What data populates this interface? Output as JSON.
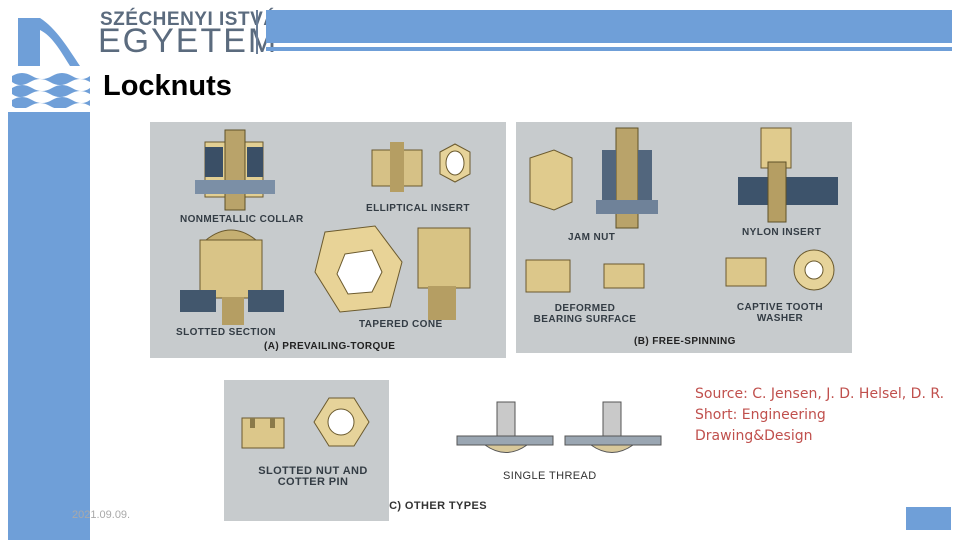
{
  "header": {
    "university_line1": "SZÉCHENYI ISTVÁN",
    "university_line2": "EGYETEM",
    "accent_color": "#6f9fd8",
    "logo_icon": "university-logo-icon"
  },
  "slide": {
    "title": "Locknuts",
    "source": "Source: C. Jensen, J. D. Helsel, D. R. Short: Engineering Drawing&Design",
    "date": "2021.09.09."
  },
  "figure_a": {
    "labels": {
      "nonmetallic_collar": "NONMETALLIC COLLAR",
      "elliptical_insert": "ELLIPTICAL INSERT",
      "slotted_section": "SLOTTED SECTION",
      "tapered_cone": "TAPERED CONE"
    },
    "caption": "(A) PREVAILING-TORQUE"
  },
  "figure_b": {
    "labels": {
      "jam_nut": "JAM NUT",
      "nylon_insert": "NYLON INSERT",
      "deformed_bearing_surface": "DEFORMED BEARING SURFACE",
      "captive_tooth_washer": "CAPTIVE TOOTH WASHER"
    },
    "caption": "(B) FREE-SPINNING"
  },
  "figure_c": {
    "labels": {
      "slotted_nut": "SLOTTED NUT AND COTTER PIN",
      "single_thread": "SINGLE THREAD"
    },
    "caption": "(C) OTHER TYPES"
  }
}
